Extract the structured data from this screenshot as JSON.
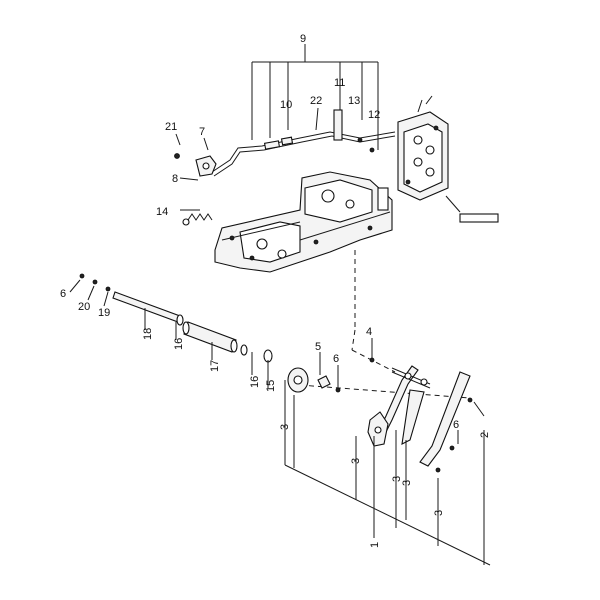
{
  "callouts": [
    "1",
    "2",
    "3",
    "3",
    "3",
    "3",
    "3",
    "4",
    "5",
    "6",
    "6",
    "6",
    "7",
    "8",
    "9",
    "10",
    "11",
    "12",
    "13",
    "14",
    "15",
    "16",
    "16",
    "17",
    "18",
    "19",
    "20",
    "21",
    "22"
  ]
}
